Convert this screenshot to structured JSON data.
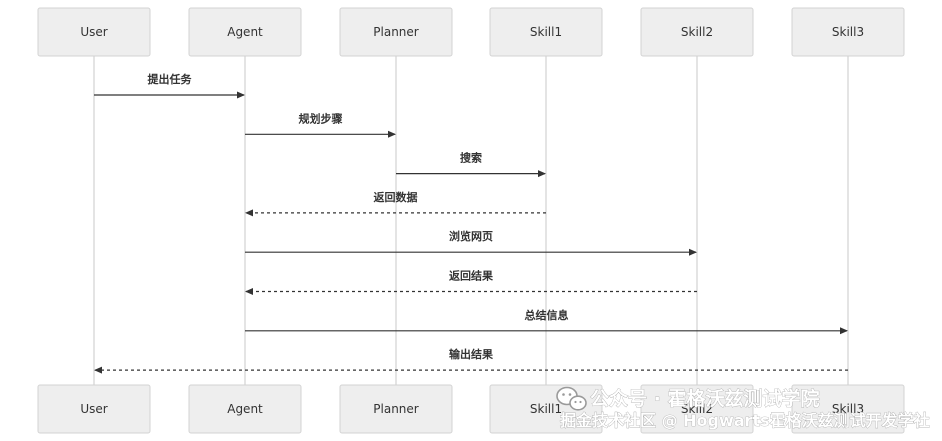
{
  "participants": [
    {
      "id": "user",
      "label": "User"
    },
    {
      "id": "agent",
      "label": "Agent"
    },
    {
      "id": "planner",
      "label": "Planner"
    },
    {
      "id": "skill1",
      "label": "Skill1"
    },
    {
      "id": "skill2",
      "label": "Skill2"
    },
    {
      "id": "skill3",
      "label": "Skill3"
    }
  ],
  "messages": [
    {
      "from": "user",
      "to": "agent",
      "label": "提出任务",
      "style": "solid"
    },
    {
      "from": "agent",
      "to": "planner",
      "label": "规划步骤",
      "style": "solid"
    },
    {
      "from": "planner",
      "to": "skill1",
      "label": "搜索",
      "style": "solid"
    },
    {
      "from": "skill1",
      "to": "agent",
      "label": "返回数据",
      "style": "dashed"
    },
    {
      "from": "agent",
      "to": "skill2",
      "label": "浏览网页",
      "style": "solid"
    },
    {
      "from": "skill2",
      "to": "agent",
      "label": "返回结果",
      "style": "dashed"
    },
    {
      "from": "agent",
      "to": "skill3",
      "label": "总结信息",
      "style": "solid"
    },
    {
      "from": "skill3",
      "to": "user",
      "label": "输出结果",
      "style": "dashed"
    }
  ],
  "watermark": {
    "line1": "公众号 · 霍格沃兹测试学院",
    "line2": "掘金技术社区 @ Hogwarts霍格沃兹测试开发学社"
  },
  "colors": {
    "box_fill": "#eeeeee",
    "box_stroke": "#d3d3d3",
    "lifeline": "#c8c8c8",
    "arrow": "#333333",
    "text": "#333333"
  }
}
